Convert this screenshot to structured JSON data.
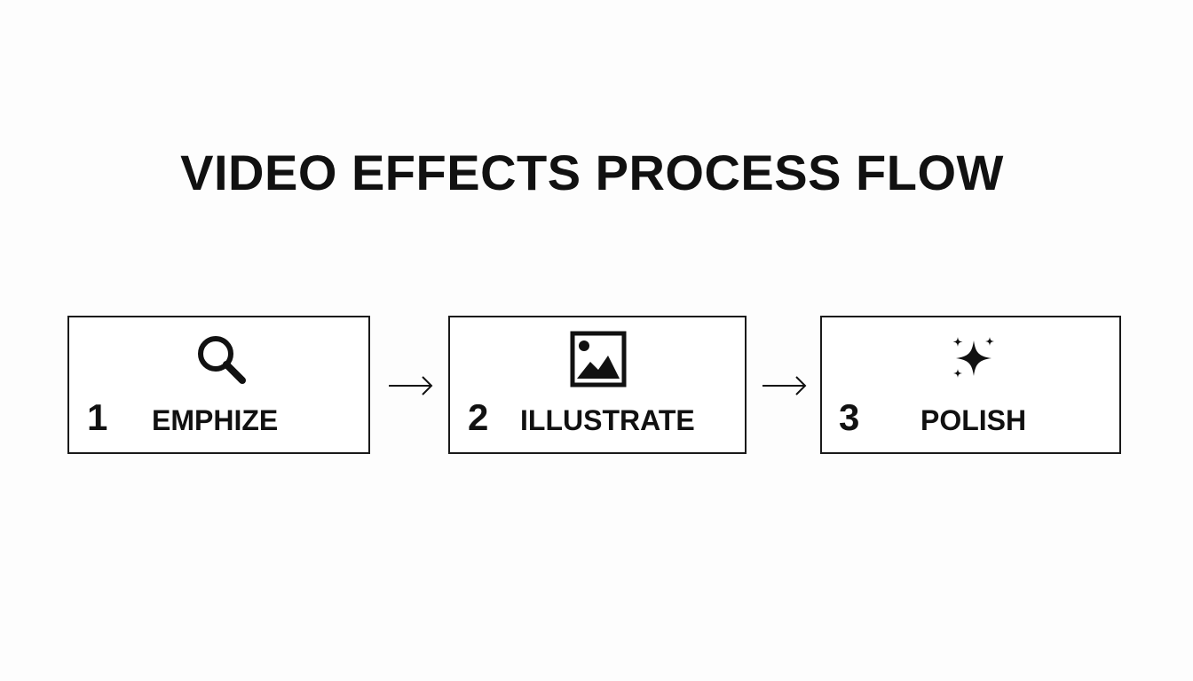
{
  "title": "VIDEO EFFECTS PROCESS FLOW",
  "steps": [
    {
      "number": "1",
      "label": "EMPHIZE",
      "icon": "magnifier-icon"
    },
    {
      "number": "2",
      "label": "ILLUSTRATE",
      "icon": "image-icon"
    },
    {
      "number": "3",
      "label": "POLISH",
      "icon": "sparkle-icon"
    }
  ],
  "colors": {
    "ink": "#111111",
    "background": "#fdfdfd",
    "box_fill": "#ffffff"
  }
}
